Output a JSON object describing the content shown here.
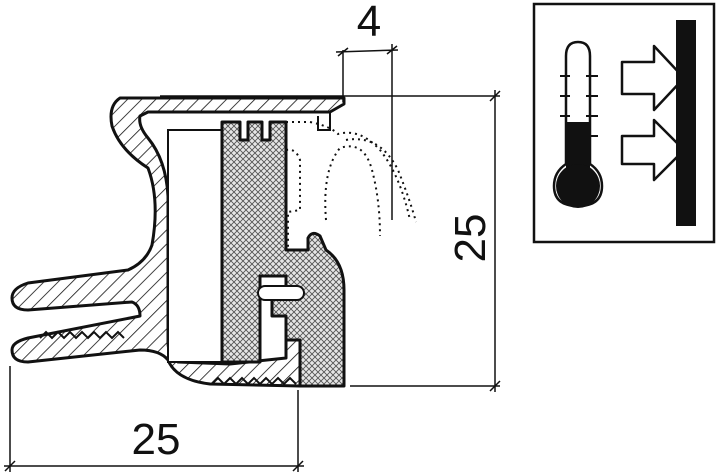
{
  "drawing": {
    "dimension_top": "4",
    "dimension_right": "25",
    "dimension_bottom": "25"
  },
  "icon_panel": {
    "icons": [
      "thermometer-icon",
      "arrow-right-icon",
      "arrow-right-icon",
      "wall-icon"
    ],
    "meaning": "heat-transfer"
  },
  "colors": {
    "ink": "#111111",
    "background": "#ffffff"
  }
}
